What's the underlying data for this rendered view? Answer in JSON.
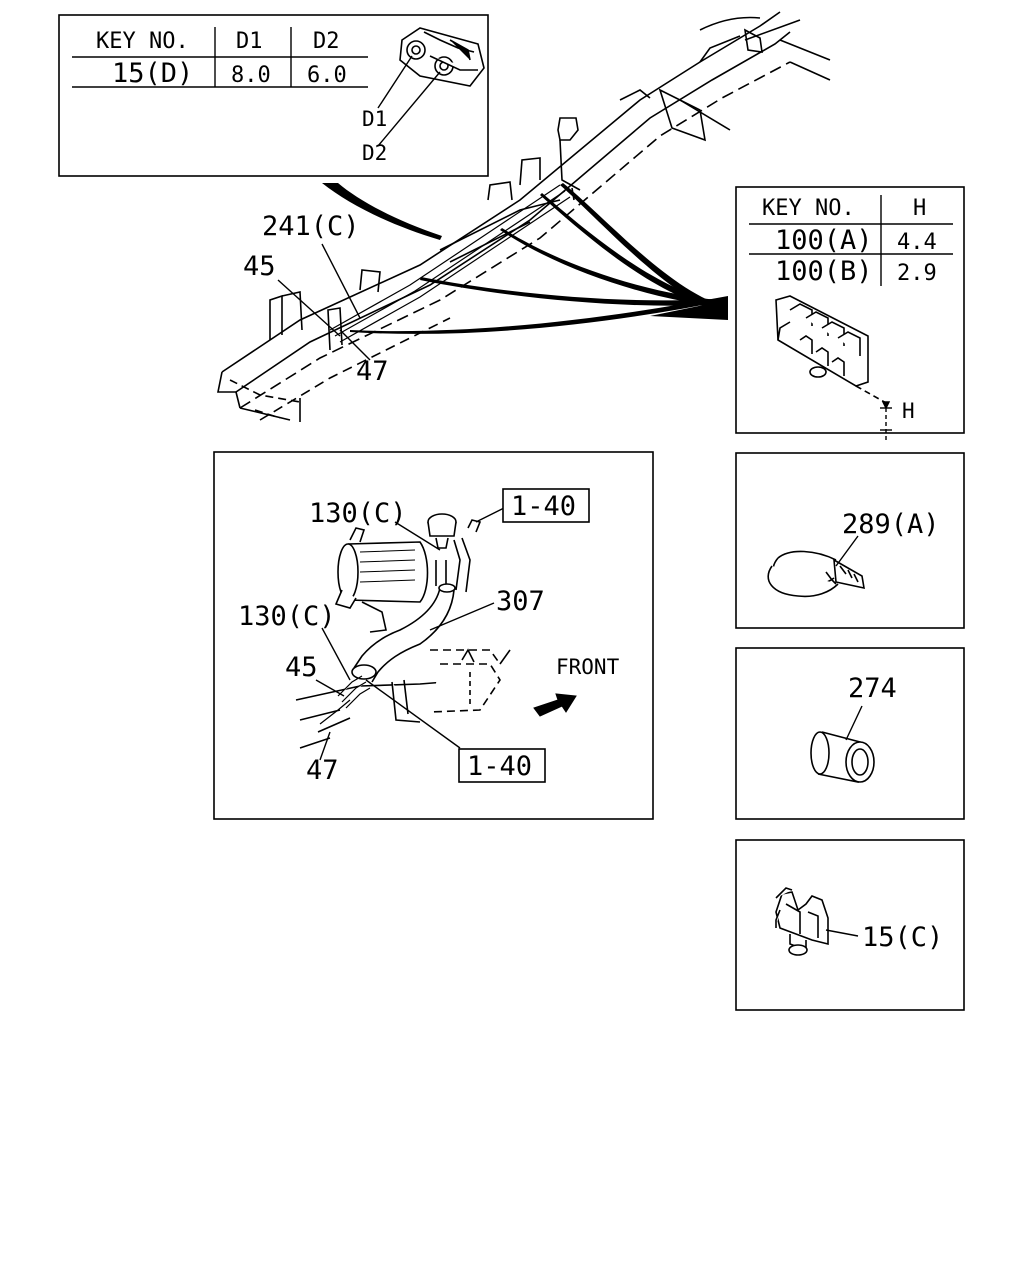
{
  "table_15d": {
    "headers": [
      "KEY NO.",
      "D1",
      "D2"
    ],
    "row": [
      "15(D)",
      "8.0",
      "6.0"
    ],
    "dim_labels": [
      "D1",
      "D2"
    ]
  },
  "table_100": {
    "headers": [
      "KEY NO.",
      "H"
    ],
    "rows": [
      [
        "100(A)",
        "4.4"
      ],
      [
        "100(B)",
        "2.9"
      ]
    ],
    "dim_label": "H"
  },
  "main_callouts": [
    "241(C)",
    "45",
    "47"
  ],
  "detail": {
    "callouts": [
      "130(C)",
      "307",
      "130(C)",
      "45",
      "47"
    ],
    "ref_boxes": [
      "1-40",
      "1-40"
    ],
    "direction_label": "FRONT"
  },
  "parts": [
    "289(A)",
    "274",
    "15(C)"
  ]
}
